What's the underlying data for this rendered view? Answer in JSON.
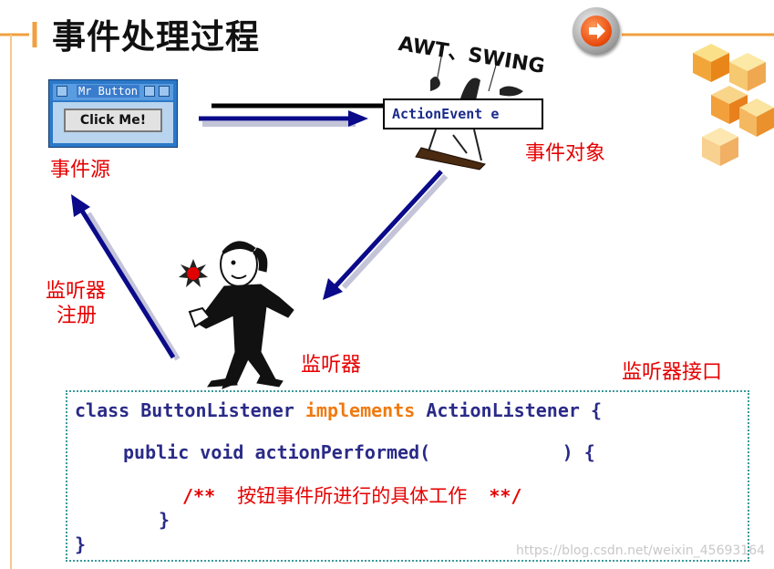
{
  "title": "事件处理过程",
  "awt_label": "AWT、SWING",
  "event_object_code": "ActionEvent e",
  "labels": {
    "event_source": "事件源",
    "event_object": "事件对象",
    "listener_register_line1": "监听器",
    "listener_register_line2": "注册",
    "listener": "监听器",
    "listener_interface": "监听器接口"
  },
  "window": {
    "title": "Mr Button",
    "button_label": "Click Me!"
  },
  "code": {
    "line1_a": "class ButtonListener ",
    "line1_kw": "implements",
    "line1_b": " ActionListener {",
    "line2": "public void actionPerformed(            ) {",
    "line3_open": "/**",
    "line3_text": "按钮事件所进行的具体工作",
    "line3_close": "**/",
    "line4": "}",
    "line5": "}"
  },
  "watermark": "https://blog.csdn.net/weixin_45693164",
  "colors": {
    "label_red": "#e60000",
    "code_blue": "#2a2a88",
    "keyword_orange": "#f07a10",
    "arrow_navy": "#0a0a8a",
    "accent_orange": "#f0a040"
  }
}
